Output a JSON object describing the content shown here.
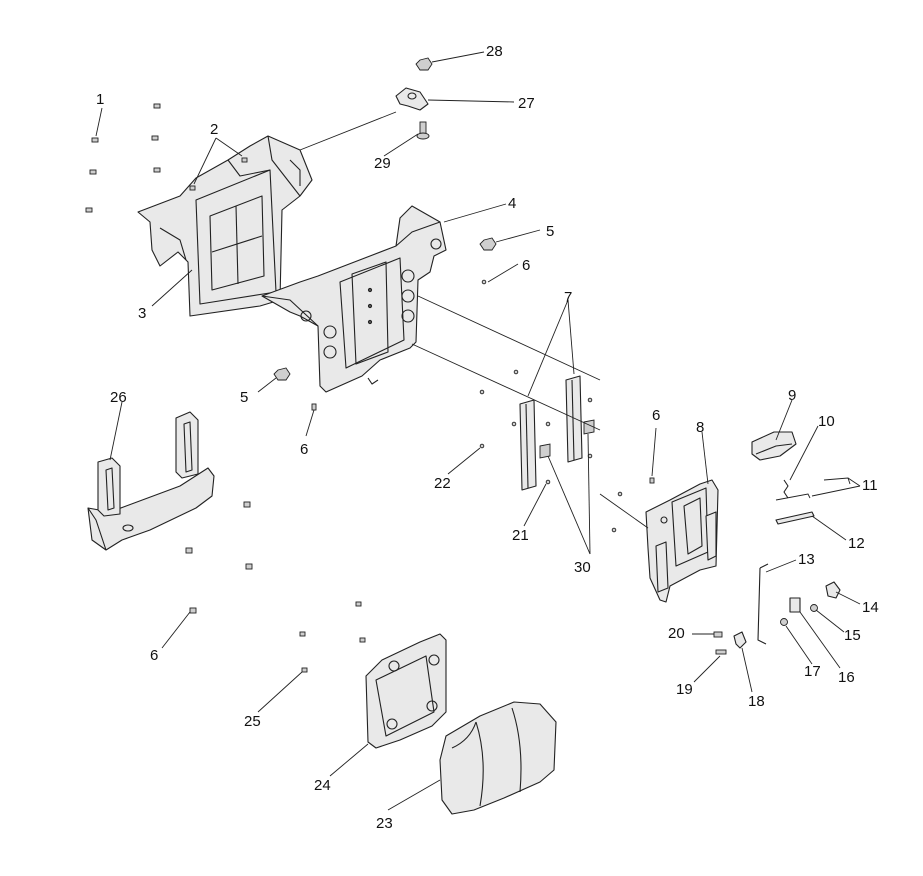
{
  "callouts": [
    {
      "num": "1"
    },
    {
      "num": "2"
    },
    {
      "num": "3"
    },
    {
      "num": "4"
    },
    {
      "num": "5"
    },
    {
      "num": "5"
    },
    {
      "num": "6"
    },
    {
      "num": "6"
    },
    {
      "num": "6"
    },
    {
      "num": "6"
    },
    {
      "num": "7"
    },
    {
      "num": "8"
    },
    {
      "num": "9"
    },
    {
      "num": "10"
    },
    {
      "num": "11"
    },
    {
      "num": "12"
    },
    {
      "num": "13"
    },
    {
      "num": "14"
    },
    {
      "num": "15"
    },
    {
      "num": "16"
    },
    {
      "num": "17"
    },
    {
      "num": "18"
    },
    {
      "num": "19"
    },
    {
      "num": "20"
    },
    {
      "num": "21"
    },
    {
      "num": "22"
    },
    {
      "num": "23"
    },
    {
      "num": "24"
    },
    {
      "num": "25"
    },
    {
      "num": "26"
    },
    {
      "num": "27"
    },
    {
      "num": "28"
    },
    {
      "num": "29"
    },
    {
      "num": "30"
    }
  ]
}
